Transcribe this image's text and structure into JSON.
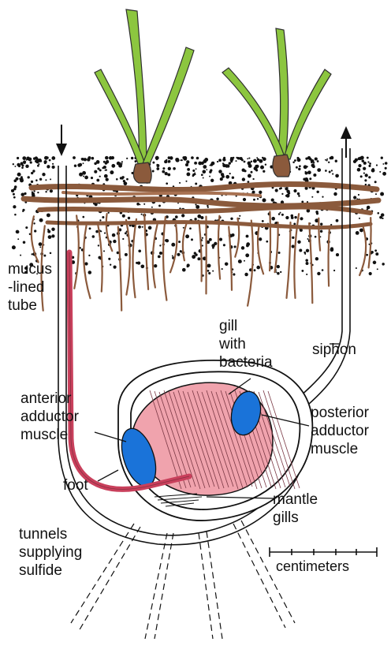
{
  "colors": {
    "seagrass": "#8cc63f",
    "root": "#8b5a3c",
    "gill": "#f0a3ad",
    "foot": "#d9506a",
    "adductor": "#1a73d9",
    "line": "#111111"
  },
  "labels": {
    "mucus_tube": "mucus\n-lined\ntube",
    "gill": "gill\nwith\nbacteria",
    "siphon": "siphon",
    "anterior": "anterior\nadductor\nmuscle",
    "posterior": "posterior\nadductor\nmuscle",
    "foot": "foot",
    "mantle_gills": "mantle\ngills",
    "tunnels": "tunnels\nsupplying\nsulfide",
    "scale": "centimeters"
  },
  "icons": {
    "inflow_arrow": "down-arrow-icon",
    "outflow_arrow": "up-arrow-icon"
  }
}
